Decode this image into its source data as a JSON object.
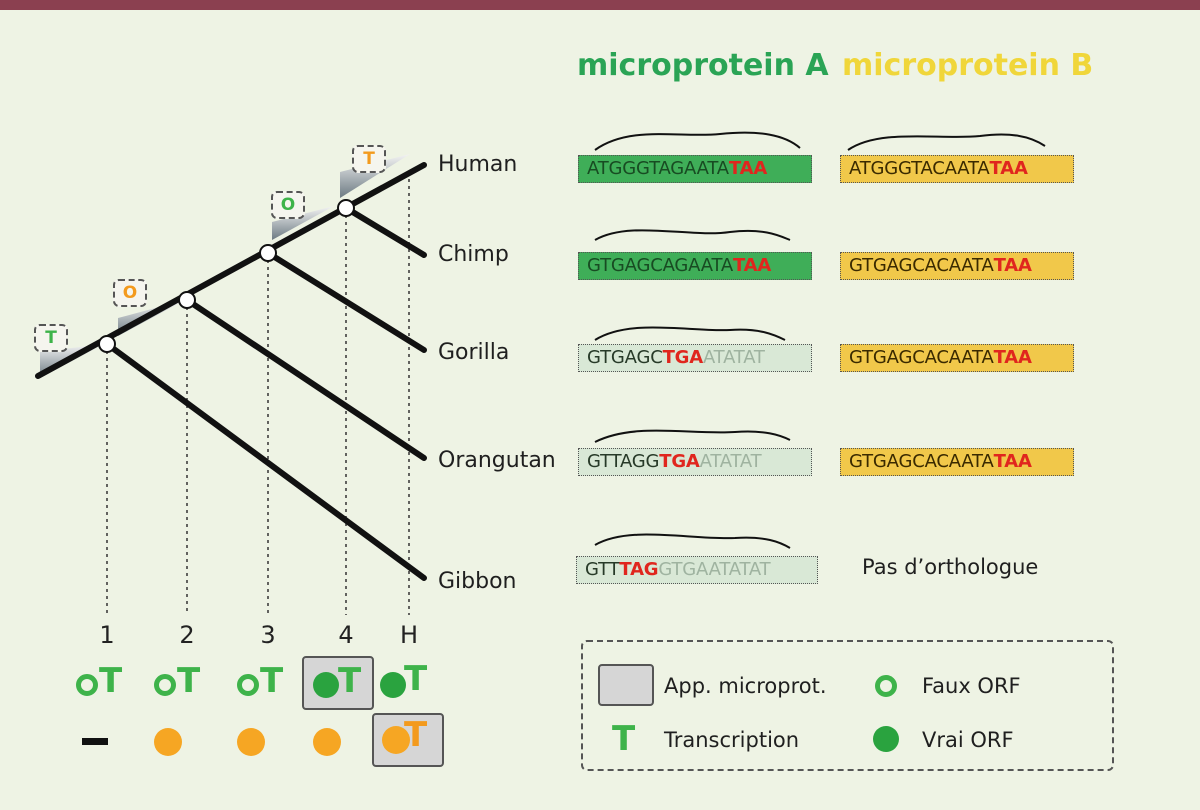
{
  "headers": {
    "micro_a": "microprotein A",
    "micro_b": "microprotein B"
  },
  "species": [
    "Human",
    "Chimp",
    "Gorilla",
    "Orangutan",
    "Gibbon"
  ],
  "sequences": {
    "a": [
      {
        "part1": "ATGGGTAGAATA",
        "stop": "TAA",
        "rest": ""
      },
      {
        "part1": "GTGAGCAGAATA",
        "stop": "TAA",
        "rest": ""
      },
      {
        "part1": "GTGAGC",
        "stop": "TGA",
        "rest": "ATATAT"
      },
      {
        "part1": "GTTAGG",
        "stop": "TGA",
        "rest": "ATATAT"
      },
      {
        "part1": "GTT",
        "stop": "TAG",
        "rest": "GTGAATATAT"
      }
    ],
    "b": [
      {
        "part1": "ATGGGTACAATA",
        "stop": "TAA"
      },
      {
        "part1": "GTGAGCACAATA",
        "stop": "TAA"
      },
      {
        "part1": "GTGAGCACAATA",
        "stop": "TAA"
      },
      {
        "part1": "GTGAGCACAATA",
        "stop": "TAA"
      }
    ],
    "no_ortholog": "Pas d’orthologue"
  },
  "node_tags": [
    {
      "letter": "T",
      "color": "green"
    },
    {
      "letter": "O",
      "color": "orange"
    },
    {
      "letter": "O",
      "color": "green"
    },
    {
      "letter": "T",
      "color": "orange"
    }
  ],
  "columns": [
    "1",
    "2",
    "3",
    "4",
    "H"
  ],
  "legend": {
    "appearance": "App. microprot.",
    "false_orf": "Faux ORF",
    "transcription_symbol": "T",
    "transcription": "Transcription",
    "true_orf": "Vrai ORF"
  },
  "row_symbol_t": "T",
  "colors": {
    "topbar": "#8b4050",
    "green": "#3eb34a",
    "orange": "#f6a623",
    "yellow_box": "#f1c84a",
    "stop_codon": "#e0261e"
  }
}
